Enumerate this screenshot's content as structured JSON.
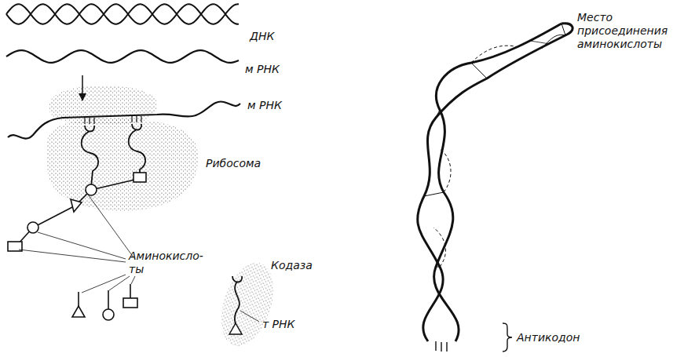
{
  "diagram": {
    "labels": [
      "ДНК",
      "м РНК",
      "м РНК",
      "Рибосома",
      "Аминокисло- ты",
      "Кодаза",
      "т РНК",
      "Место присоединения аминокислоты",
      "Антикодон"
    ]
  }
}
